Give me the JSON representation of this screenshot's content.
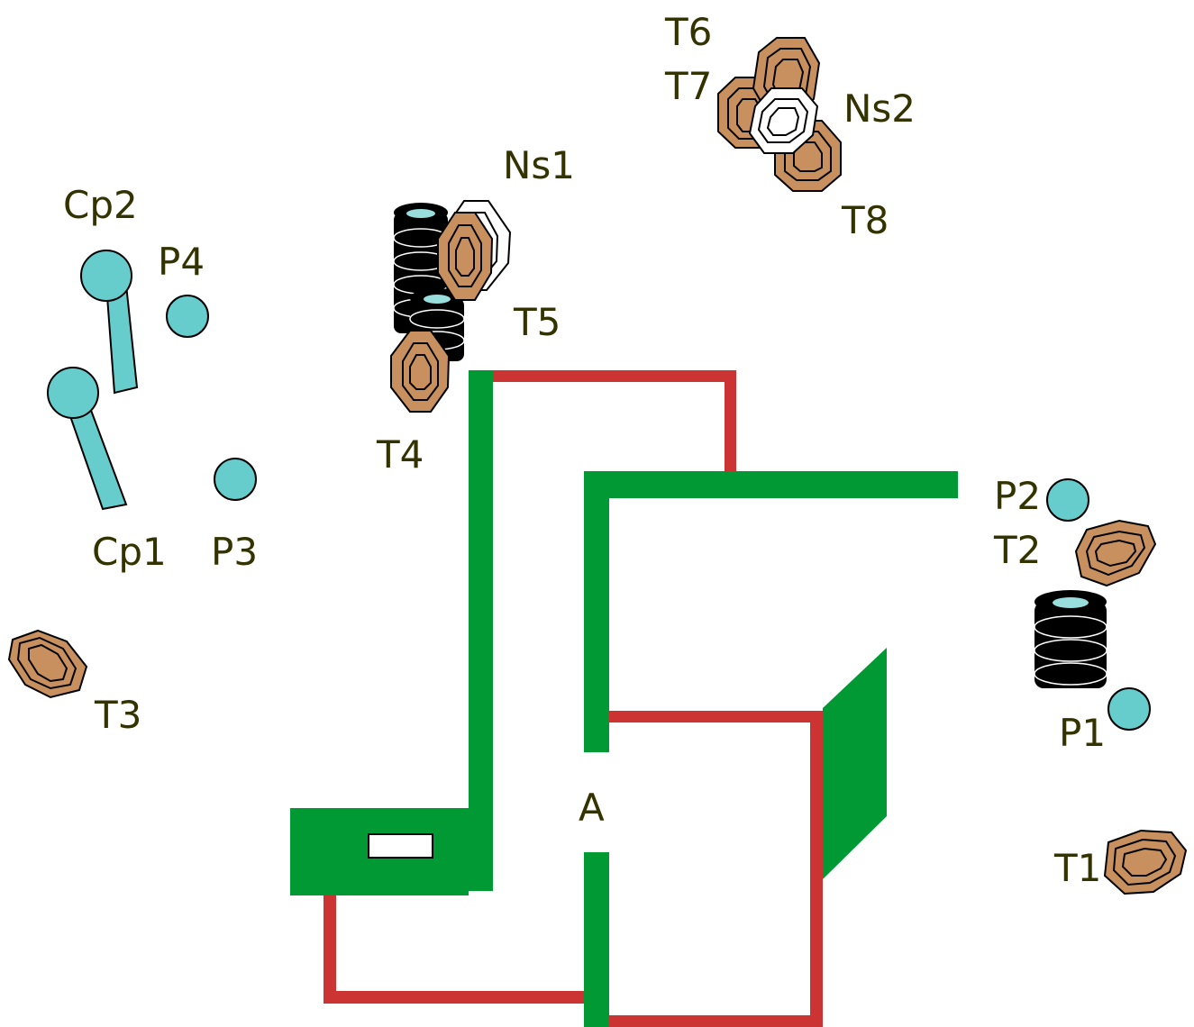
{
  "labels": {
    "cp2": "Cp2",
    "cp1": "Cp1",
    "p4": "P4",
    "p3": "P3",
    "p2": "P2",
    "p1": "P1",
    "t1": "T1",
    "t2": "T2",
    "t3": "T3",
    "t4": "T4",
    "t5": "T5",
    "t6": "T6",
    "t7": "T7",
    "t8": "T8",
    "ns1": "Ns1",
    "ns2": "Ns2",
    "a": "A"
  },
  "colors": {
    "wall_green": "#009933",
    "wall_red": "#cc3333",
    "pole_cyan": "#66cccc",
    "target_tan": "#c8905e",
    "no_shoot_white": "#ffffff",
    "barrel_black": "#000000",
    "label_text": "#333300"
  }
}
